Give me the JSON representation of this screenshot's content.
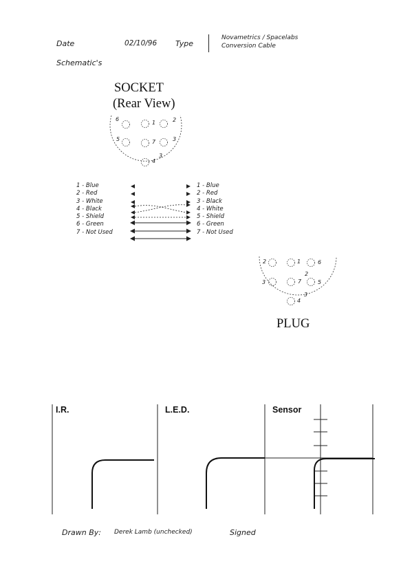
{
  "header": {
    "date_label": "Date",
    "date_value": "02/10/96",
    "type_label": "Type",
    "type_line1": "Novametrics / Spacelabs",
    "type_line2": "Conversion Cable"
  },
  "section_label": "Schematic's",
  "socket": {
    "title_line1": "SOCKET",
    "title_line2": "(Rear View)",
    "pin_numbers": [
      "6",
      "1",
      "2",
      "5",
      "7",
      "3",
      "4",
      "3"
    ]
  },
  "wiring": {
    "left": [
      "1 - Blue",
      "2 - Red",
      "3 - White",
      "4 - Black",
      "5 - Shield",
      "6 - Green",
      "7 - Not Used"
    ],
    "right": [
      "1 - Blue",
      "2 - Red",
      "3 - Black",
      "4 - White",
      "5 - Shield",
      "6 - Green",
      "7 - Not Used"
    ]
  },
  "plug": {
    "title": "PLUG",
    "pin_numbers": [
      "2",
      "1",
      "6",
      "2",
      "3",
      "7",
      "5",
      "4",
      "3"
    ]
  },
  "graphs": [
    {
      "label": "I.R."
    },
    {
      "label": "L.E.D."
    },
    {
      "label": "Sensor"
    }
  ],
  "footer": {
    "drawn_by_label": "Drawn By:",
    "drawn_by_value": "Derek Lamb (unchecked)",
    "signed_label": "Signed"
  }
}
